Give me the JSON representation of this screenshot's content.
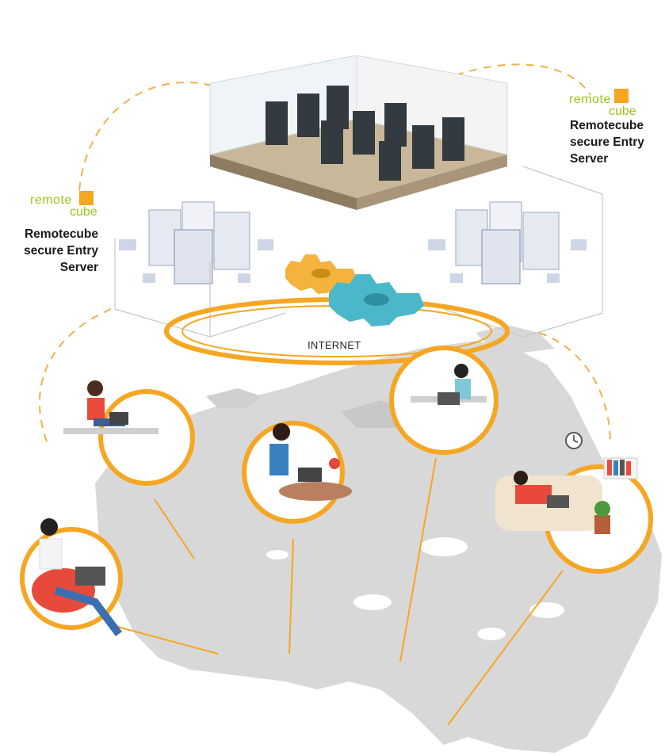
{
  "left_server": {
    "logo_top": "remote",
    "logo_bottom": "cube",
    "caption_lines": [
      "Remotecube",
      "secure Entry",
      "Server"
    ]
  },
  "right_server": {
    "logo_top": "remote",
    "logo_bottom": "cube",
    "caption_lines": [
      "Remotecube",
      "secure Entry",
      "Server"
    ]
  },
  "network": {
    "label": "INTERNET"
  },
  "colors": {
    "accent_orange": "#f5a623",
    "logo_green": "#9cc31a",
    "map_gray": "#d7d7d7",
    "gear_teal": "#4bb8c9",
    "gear_yellow": "#f3b33d"
  },
  "icons": [
    "data-center-room",
    "server-rack",
    "gear",
    "map-of-canada",
    "remote-worker",
    "clock",
    "bookshelf",
    "plant"
  ]
}
